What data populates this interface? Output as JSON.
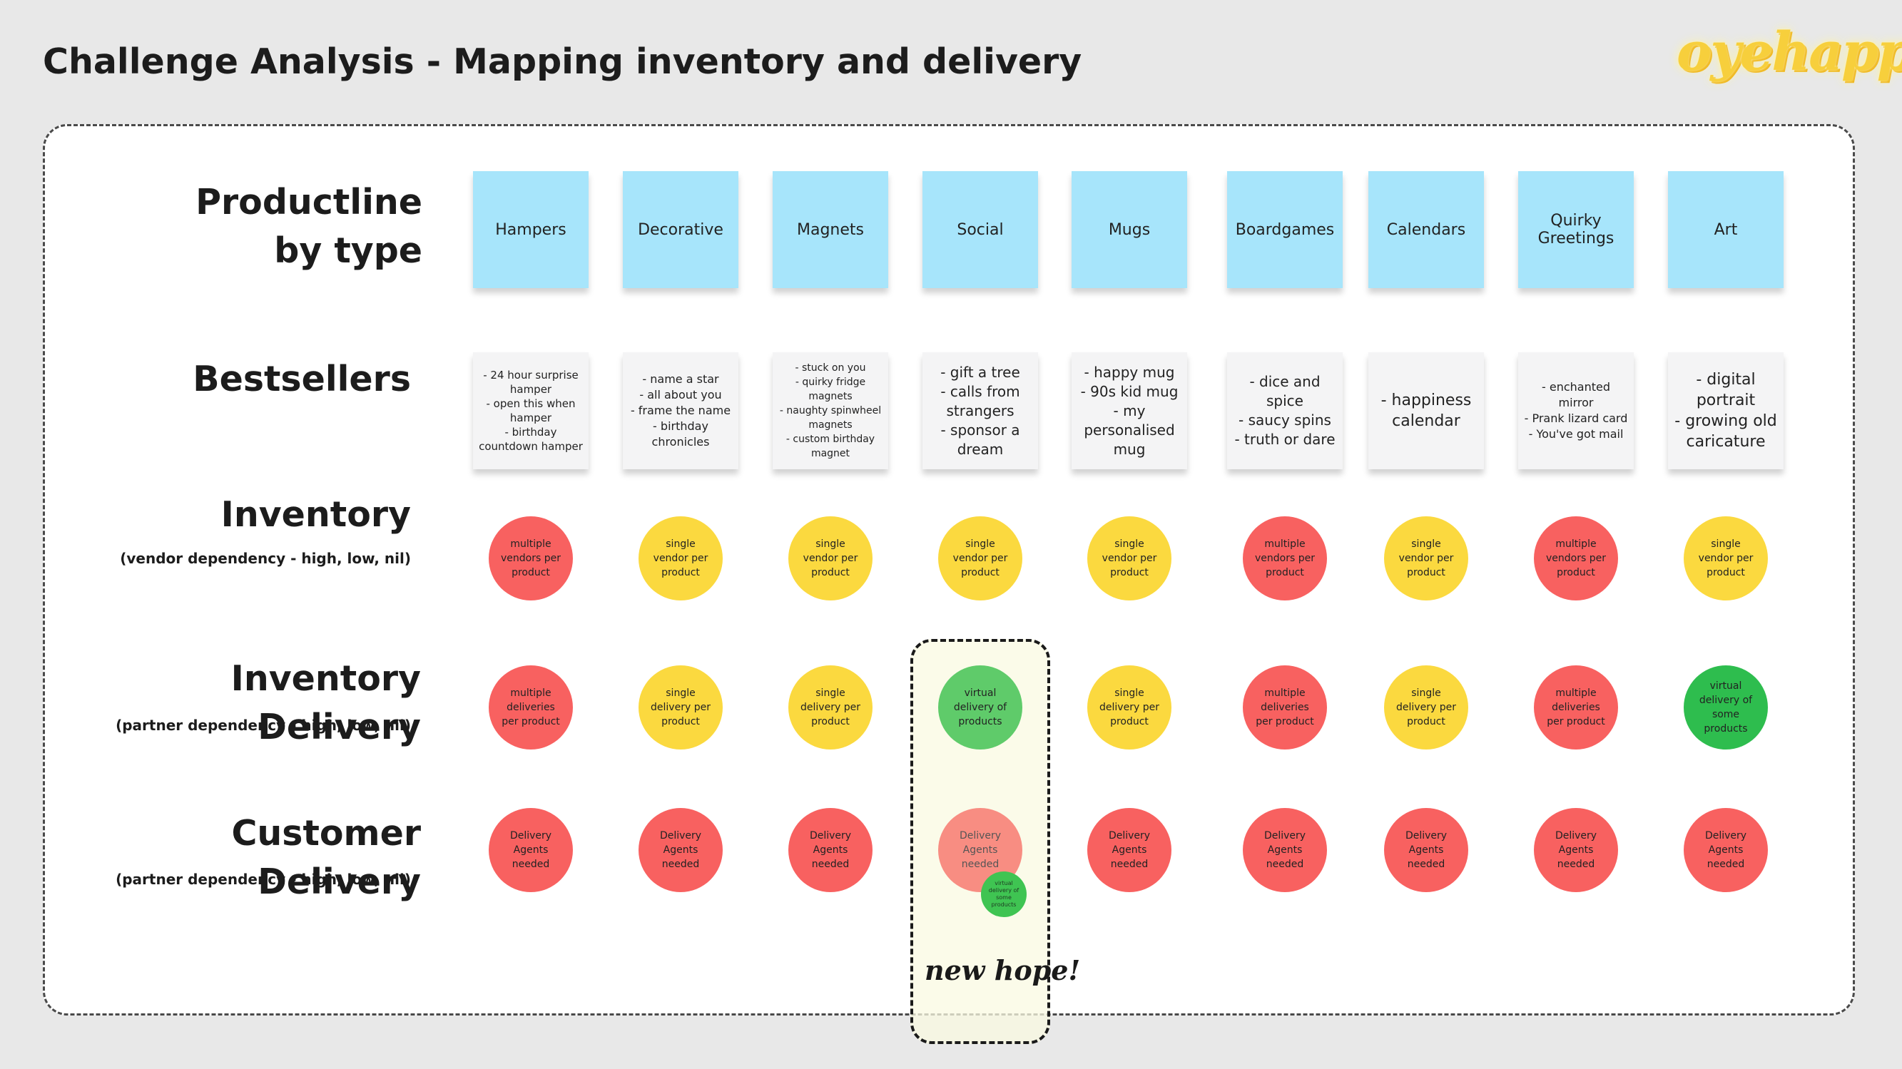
{
  "title": "Challenge Analysis - Mapping inventory and delivery",
  "logo": "oyehappy",
  "rows": {
    "productline": "Productline\nby type",
    "bestsellers": "Bestsellers",
    "inventory": "Inventory",
    "inventory_sub": "(vendor dependency - high, low, nil)",
    "inventory_delivery": "Inventory Delivery",
    "inventory_delivery_sub": "(partner dependency - high, low, nil)",
    "customer_delivery": "Customer Delivery",
    "customer_delivery_sub": "(partner dependency - high, low, nil)"
  },
  "columns": [
    {
      "name": "Hampers",
      "bestsellers": "- 24 hour surprise hamper\n- open this when hamper\n- birthday countdown hamper",
      "inventory": {
        "text": "multiple vendors per product",
        "level": "high",
        "color": "#f86160"
      },
      "inventory_delivery": {
        "text": "multiple deliveries per product",
        "level": "high",
        "color": "#f86160"
      },
      "customer_delivery": {
        "text": "Delivery Agents needed",
        "level": "high",
        "color": "#f86160"
      }
    },
    {
      "name": "Decorative",
      "bestsellers": "- name a star\n- all about you\n- frame the name\n- birthday chronicles",
      "inventory": {
        "text": "single vendor per product",
        "level": "low",
        "color": "#fbd93f"
      },
      "inventory_delivery": {
        "text": "single delivery per product",
        "level": "low",
        "color": "#fbd93f"
      },
      "customer_delivery": {
        "text": "Delivery Agents needed",
        "level": "high",
        "color": "#f86160"
      }
    },
    {
      "name": "Magnets",
      "bestsellers": "- stuck on you\n- quirky fridge magnets\n- naughty spinwheel magnets\n- custom birthday magnet",
      "inventory": {
        "text": "single vendor per product",
        "level": "low",
        "color": "#fbd93f"
      },
      "inventory_delivery": {
        "text": "single delivery per product",
        "level": "low",
        "color": "#fbd93f"
      },
      "customer_delivery": {
        "text": "Delivery Agents needed",
        "level": "high",
        "color": "#f86160"
      }
    },
    {
      "name": "Social",
      "bestsellers": "- gift a tree\n- calls from strangers\n- sponsor a dream",
      "inventory": {
        "text": "single vendor per product",
        "level": "low",
        "color": "#fbd93f"
      },
      "inventory_delivery": {
        "text": "virtual delivery of products",
        "level": "nil",
        "color": "#5fcb6a"
      },
      "customer_delivery": {
        "text": "Delivery Agents needed",
        "level": "high",
        "color": "#f88d82"
      }
    },
    {
      "name": "Mugs",
      "bestsellers": "- happy mug\n- 90s kid mug\n- my personalised mug",
      "inventory": {
        "text": "single vendor per product",
        "level": "low",
        "color": "#fbd93f"
      },
      "inventory_delivery": {
        "text": "single delivery per product",
        "level": "low",
        "color": "#fbd93f"
      },
      "customer_delivery": {
        "text": "Delivery Agents needed",
        "level": "high",
        "color": "#f86160"
      }
    },
    {
      "name": "Boardgames",
      "bestsellers": "- dice and spice\n- saucy spins\n- truth or dare",
      "inventory": {
        "text": "multiple vendors per product",
        "level": "high",
        "color": "#f86160"
      },
      "inventory_delivery": {
        "text": "multiple deliveries per product",
        "level": "high",
        "color": "#f86160"
      },
      "customer_delivery": {
        "text": "Delivery Agents needed",
        "level": "high",
        "color": "#f86160"
      }
    },
    {
      "name": "Calendars",
      "bestsellers": "- happiness calendar",
      "inventory": {
        "text": "single vendor per product",
        "level": "low",
        "color": "#fbd93f"
      },
      "inventory_delivery": {
        "text": "single delivery per product",
        "level": "low",
        "color": "#fbd93f"
      },
      "customer_delivery": {
        "text": "Delivery Agents needed",
        "level": "high",
        "color": "#f86160"
      }
    },
    {
      "name": "Quirky Greetings",
      "bestsellers": "- enchanted mirror\n- Prank lizard card\n- You've got mail",
      "inventory": {
        "text": "multiple vendors per product",
        "level": "high",
        "color": "#f86160"
      },
      "inventory_delivery": {
        "text": "multiple deliveries per product",
        "level": "high",
        "color": "#f86160"
      },
      "customer_delivery": {
        "text": "Delivery Agents needed",
        "level": "high",
        "color": "#f86160"
      }
    },
    {
      "name": "Art",
      "bestsellers": "- digital portrait\n- growing old caricature",
      "inventory": {
        "text": "single vendor per product",
        "level": "low",
        "color": "#fbd93f"
      },
      "inventory_delivery": {
        "text": "virtual delivery of some products",
        "level": "nil",
        "color": "#2ebd4e"
      },
      "customer_delivery": {
        "text": "Delivery Agents needed",
        "level": "high",
        "color": "#f86160"
      }
    }
  ],
  "highlight": {
    "label": "new hope!",
    "small_circle": "virtual delivery of some products",
    "small_circle_color": "#3fc452"
  },
  "colors": {
    "high": "#f86160",
    "low": "#fbd93f",
    "nil": "#5fcb6a",
    "header": "#a7e5fb",
    "note": "#f4f4f5",
    "logo": "#f7cf3c"
  }
}
